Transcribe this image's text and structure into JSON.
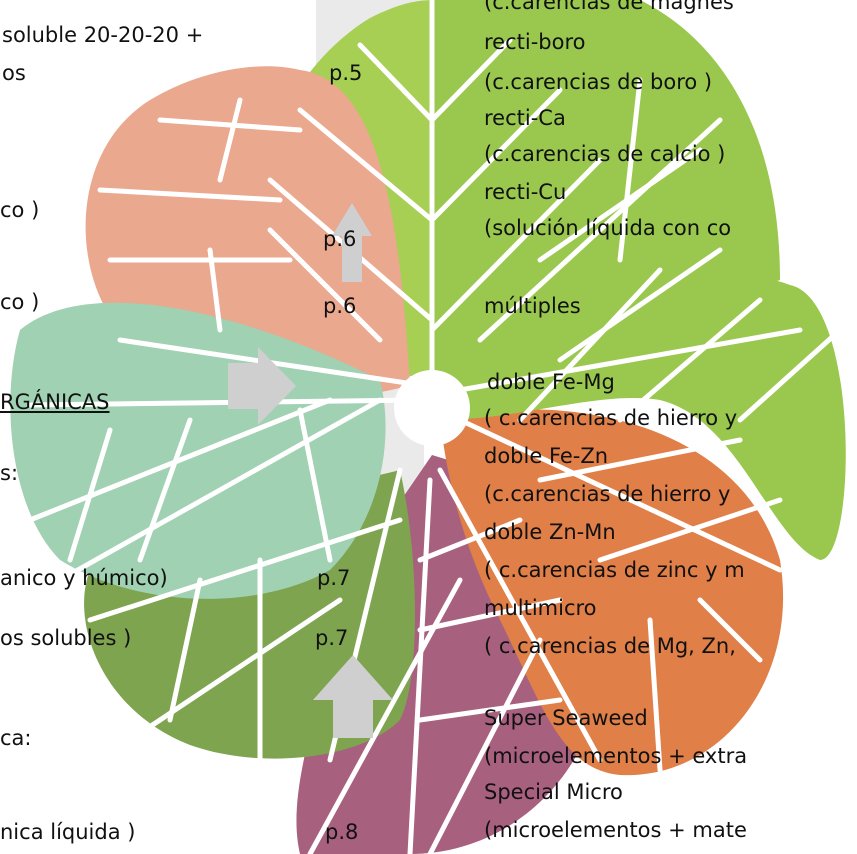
{
  "colors": {
    "salmon": "#eaa88f",
    "teal_green": "#9fd1b2",
    "olive_green": "#7fa44f",
    "mauve": "#a8607f",
    "orange": "#e07f47",
    "lime": "#9ac84f",
    "light_lime": "#a6cf54",
    "center": "#ffffff",
    "gray_band": "#d9d9d9",
    "arrow_gray": "#cfcfcf"
  },
  "left_column": [
    "soluble 20-20-20 +",
    "os",
    "co )",
    "co )",
    "RGÁNICAS",
    "s:",
    "anico y húmico)",
    "os solubles )",
    "ca:",
    "nica líquida )"
  ],
  "page_refs": [
    "p.5",
    "p.6",
    "p.6",
    "p.7",
    "p.7",
    "p.8"
  ],
  "right_column": [
    "(c.carencias de magnes",
    "recti-boro",
    "(c.carencias de boro )",
    "recti-Ca",
    "(c.carencias de calcio )",
    "recti-Cu",
    "(solución líquida con co",
    "múltiples",
    "doble Fe-Mg",
    "( c.carencias de hierro y",
    "doble Fe-Zn",
    " (c.carencias de hierro y",
    "doble Zn-Mn",
    " ( c.carencias de zinc y m",
    "multimicro",
    "( c.carencias de Mg, Zn,",
    "Super Seaweed",
    "(microelementos + extra",
    "Special Micro",
    "(microelementos + mate"
  ]
}
